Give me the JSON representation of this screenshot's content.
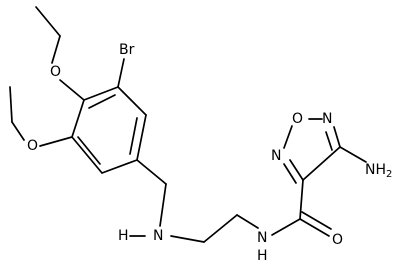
{
  "molecule": {
    "atoms": {
      "br": "Br",
      "o_top_ether": "O",
      "o_left_ether": "O",
      "n_amine_h": "H",
      "n_amine": "N",
      "n_amide": "N",
      "n_amide_h": "H",
      "o_carbonyl": "O",
      "ring_o": "O",
      "ring_n_top": "N",
      "ring_n_left": "N",
      "amino_nh": "NH",
      "amino_sub": "2"
    }
  }
}
